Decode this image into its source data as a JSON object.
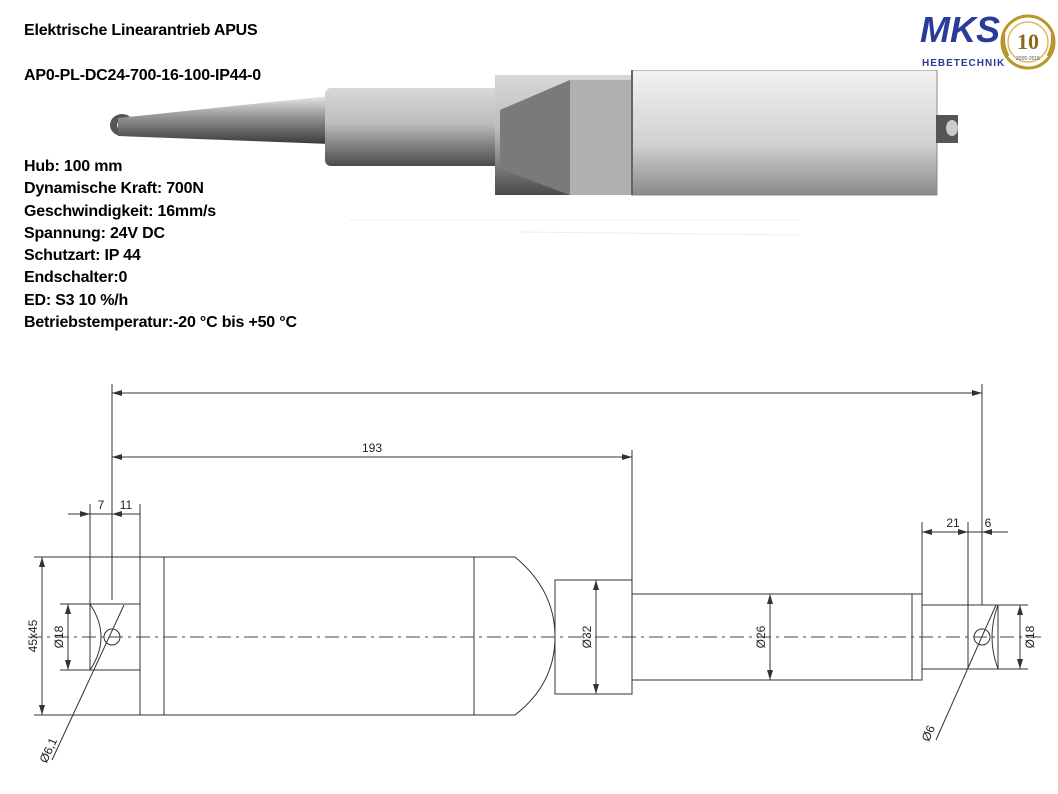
{
  "header": {
    "title": "Elektrische Linearantrieb APUS",
    "model": "AP0-PL-DC24-700-16-100-IP44-0"
  },
  "specs": [
    "Hub: 100 mm",
    "Dynamische Kraft: 700N",
    "Geschwindigkeit: 16mm/s",
    "Spannung: 24V DC",
    "Schutzart: IP 44",
    "Endschalter:0",
    "ED: S3 10 %/h",
    "Betriebstemperatur:-20 °C bis +50 °C"
  ],
  "logo": {
    "brand": "MKS",
    "sub": "HEBETECHNIK",
    "anniversary": "10",
    "years": "2005-2015",
    "colors": {
      "brand_blue": "#2a3c9a",
      "gold": "#b8962e"
    }
  },
  "drawing": {
    "dim_total": "",
    "dim_193": "193",
    "dim_7": "7",
    "dim_11": "11",
    "dim_21": "21",
    "dim_6": "6",
    "label_45x45": "45x45",
    "label_d18_left": "Ø18",
    "label_d32": "Ø32",
    "label_d26": "Ø26",
    "label_d18_right": "Ø18",
    "label_d61": "Ø6,1",
    "label_d6": "Ø6"
  }
}
